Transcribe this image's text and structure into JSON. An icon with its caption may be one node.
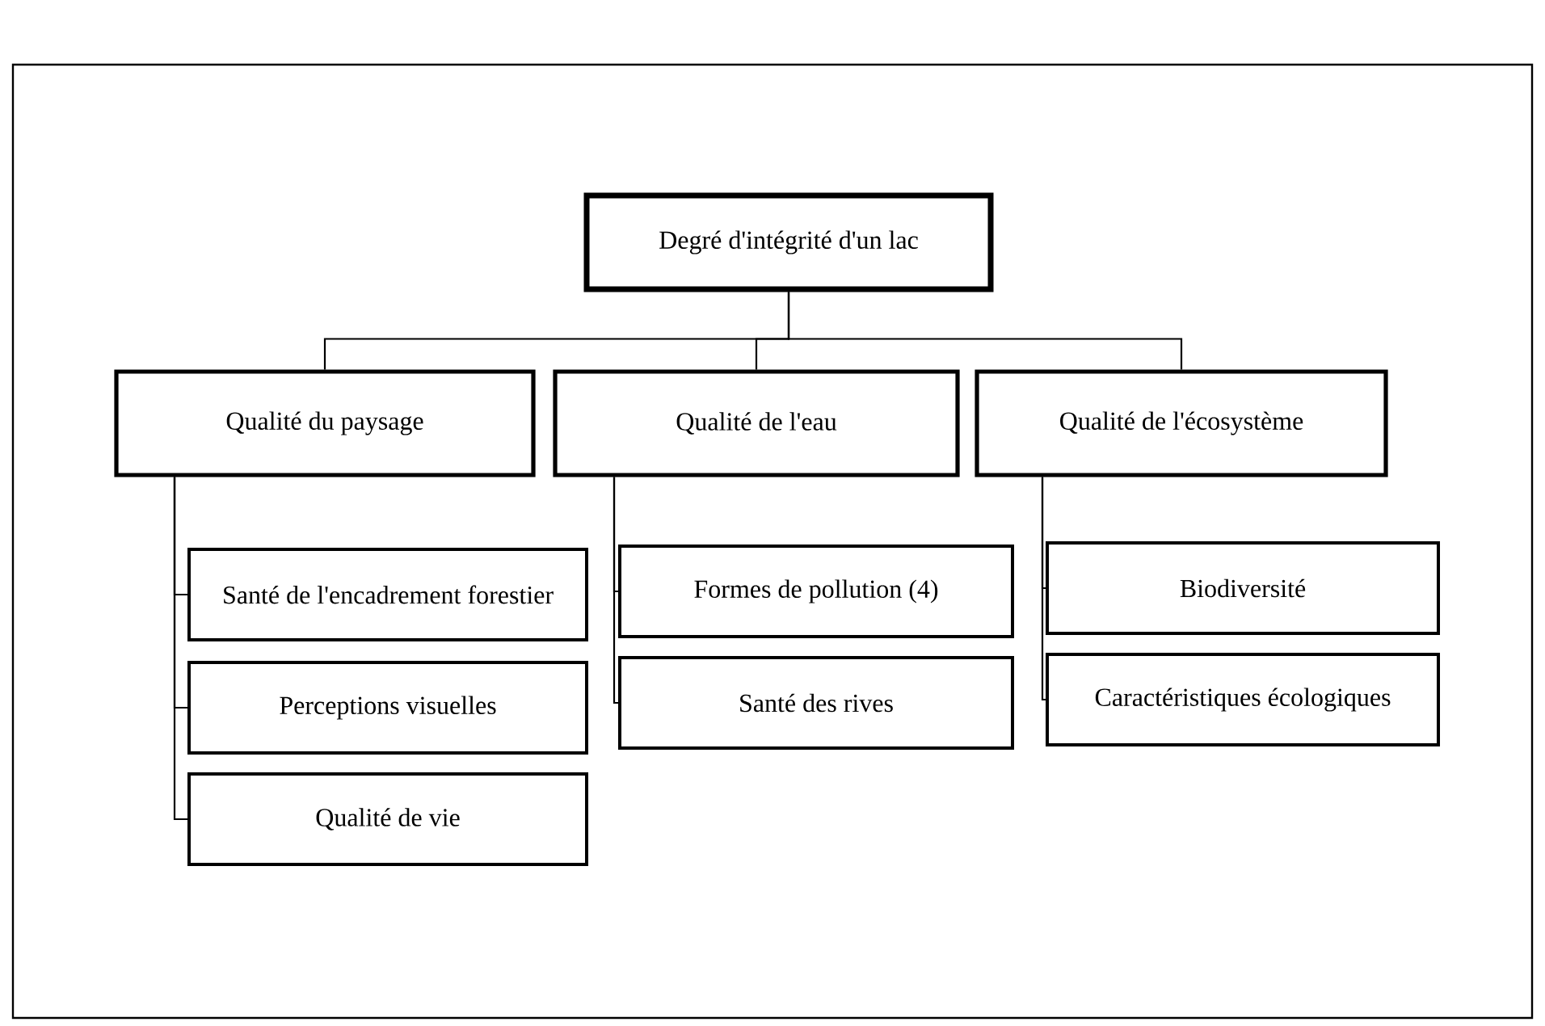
{
  "diagram": {
    "nodes": [
      {
        "text": [
          "Degré d'intégrité d'un lac"
        ]
      },
      {
        "text": [
          "Qualité du paysage"
        ]
      },
      {
        "text": [
          "Qualité de l'eau"
        ]
      },
      {
        "text": [
          "Qualité de l'écosystème"
        ]
      },
      {
        "text": [
          "Santé de l'encadrement forestier"
        ]
      },
      {
        "text": [
          "Perceptions visuelles"
        ]
      },
      {
        "text": [
          "Qualité de vie"
        ]
      },
      {
        "text": [
          "Formes de pollution (4)"
        ]
      },
      {
        "text": [
          "Santé des rives"
        ]
      },
      {
        "text": [
          "Biodiversité"
        ]
      },
      {
        "text": [
          "Caractéristiques écologiques"
        ]
      }
    ],
    "edges": [
      {
        "from": 0,
        "to": 1,
        "arrow": "none"
      },
      {
        "from": 0,
        "to": 2,
        "arrow": "none"
      },
      {
        "from": 0,
        "to": 3,
        "arrow": "none"
      },
      {
        "from": 1,
        "to": 4,
        "arrow": "none"
      },
      {
        "from": 1,
        "to": 5,
        "arrow": "none"
      },
      {
        "from": 1,
        "to": 6,
        "arrow": "none"
      },
      {
        "from": 2,
        "to": 7,
        "arrow": "none"
      },
      {
        "from": 2,
        "to": 8,
        "arrow": "none"
      },
      {
        "from": 3,
        "to": 9,
        "arrow": "none"
      },
      {
        "from": 3,
        "to": 10,
        "arrow": "none"
      }
    ]
  }
}
